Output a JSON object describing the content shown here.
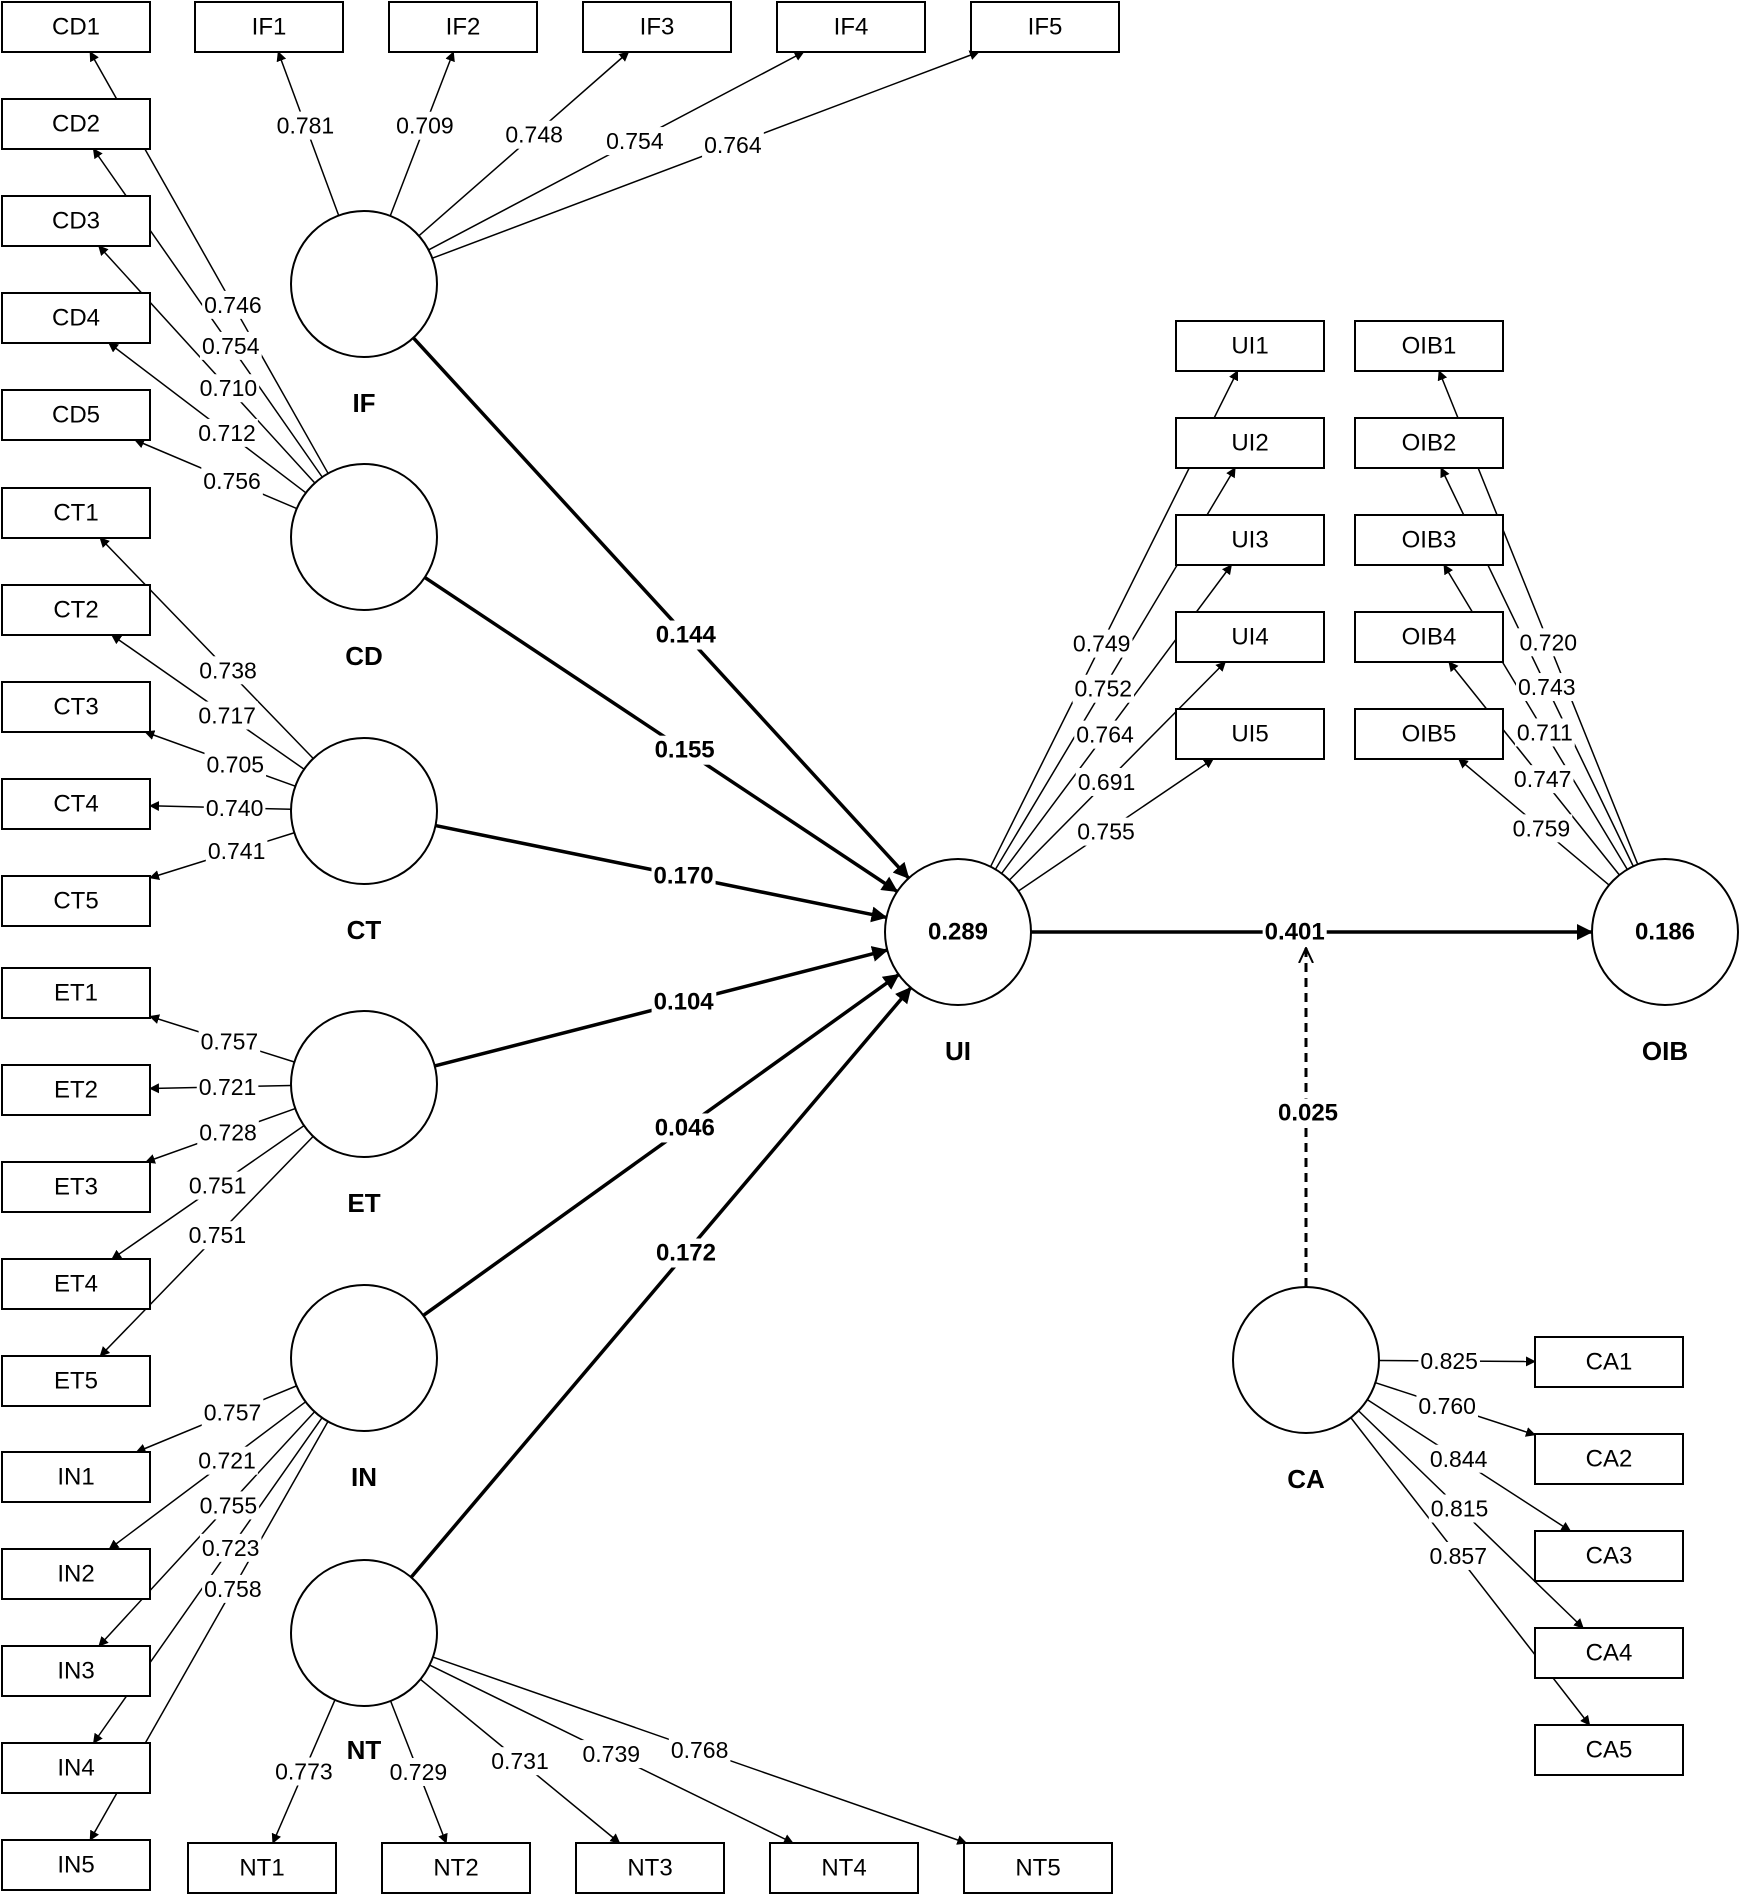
{
  "colors": {
    "stroke": "#000000",
    "fill": "#ffffff"
  },
  "constructs": [
    {
      "id": "IF",
      "name": "IF",
      "r2": ""
    },
    {
      "id": "CD",
      "name": "CD",
      "r2": ""
    },
    {
      "id": "CT",
      "name": "CT",
      "r2": ""
    },
    {
      "id": "ET",
      "name": "ET",
      "r2": ""
    },
    {
      "id": "IN",
      "name": "IN",
      "r2": ""
    },
    {
      "id": "NT",
      "name": "NT",
      "r2": ""
    },
    {
      "id": "UI",
      "name": "UI",
      "r2": "0.289"
    },
    {
      "id": "OIB",
      "name": "OIB",
      "r2": "0.186"
    },
    {
      "id": "CA",
      "name": "CA",
      "r2": ""
    }
  ],
  "indicators": [
    {
      "id": "CD1",
      "label": "CD1"
    },
    {
      "id": "CD2",
      "label": "CD2"
    },
    {
      "id": "CD3",
      "label": "CD3"
    },
    {
      "id": "CD4",
      "label": "CD4"
    },
    {
      "id": "CD5",
      "label": "CD5"
    },
    {
      "id": "CT1",
      "label": "CT1"
    },
    {
      "id": "CT2",
      "label": "CT2"
    },
    {
      "id": "CT3",
      "label": "CT3"
    },
    {
      "id": "CT4",
      "label": "CT4"
    },
    {
      "id": "CT5",
      "label": "CT5"
    },
    {
      "id": "ET1",
      "label": "ET1"
    },
    {
      "id": "ET2",
      "label": "ET2"
    },
    {
      "id": "ET3",
      "label": "ET3"
    },
    {
      "id": "ET4",
      "label": "ET4"
    },
    {
      "id": "ET5",
      "label": "ET5"
    },
    {
      "id": "IN1",
      "label": "IN1"
    },
    {
      "id": "IN2",
      "label": "IN2"
    },
    {
      "id": "IN3",
      "label": "IN3"
    },
    {
      "id": "IN4",
      "label": "IN4"
    },
    {
      "id": "IN5",
      "label": "IN5"
    },
    {
      "id": "IF1",
      "label": "IF1"
    },
    {
      "id": "IF2",
      "label": "IF2"
    },
    {
      "id": "IF3",
      "label": "IF3"
    },
    {
      "id": "IF4",
      "label": "IF4"
    },
    {
      "id": "IF5",
      "label": "IF5"
    },
    {
      "id": "NT1",
      "label": "NT1"
    },
    {
      "id": "NT2",
      "label": "NT2"
    },
    {
      "id": "NT3",
      "label": "NT3"
    },
    {
      "id": "NT4",
      "label": "NT4"
    },
    {
      "id": "NT5",
      "label": "NT5"
    },
    {
      "id": "UI1",
      "label": "UI1"
    },
    {
      "id": "UI2",
      "label": "UI2"
    },
    {
      "id": "UI3",
      "label": "UI3"
    },
    {
      "id": "UI4",
      "label": "UI4"
    },
    {
      "id": "UI5",
      "label": "UI5"
    },
    {
      "id": "OIB1",
      "label": "OIB1"
    },
    {
      "id": "OIB2",
      "label": "OIB2"
    },
    {
      "id": "OIB3",
      "label": "OIB3"
    },
    {
      "id": "OIB4",
      "label": "OIB4"
    },
    {
      "id": "OIB5",
      "label": "OIB5"
    },
    {
      "id": "CA1",
      "label": "CA1"
    },
    {
      "id": "CA2",
      "label": "CA2"
    },
    {
      "id": "CA3",
      "label": "CA3"
    },
    {
      "id": "CA4",
      "label": "CA4"
    },
    {
      "id": "CA5",
      "label": "CA5"
    }
  ],
  "loadings": [
    {
      "construct": "IF",
      "indicator": "IF1",
      "value": "0.781"
    },
    {
      "construct": "IF",
      "indicator": "IF2",
      "value": "0.709"
    },
    {
      "construct": "IF",
      "indicator": "IF3",
      "value": "0.748"
    },
    {
      "construct": "IF",
      "indicator": "IF4",
      "value": "0.754"
    },
    {
      "construct": "IF",
      "indicator": "IF5",
      "value": "0.764"
    },
    {
      "construct": "CD",
      "indicator": "CD1",
      "value": "0.746"
    },
    {
      "construct": "CD",
      "indicator": "CD2",
      "value": "0.754"
    },
    {
      "construct": "CD",
      "indicator": "CD3",
      "value": "0.710"
    },
    {
      "construct": "CD",
      "indicator": "CD4",
      "value": "0.712"
    },
    {
      "construct": "CD",
      "indicator": "CD5",
      "value": "0.756"
    },
    {
      "construct": "CT",
      "indicator": "CT1",
      "value": "0.738"
    },
    {
      "construct": "CT",
      "indicator": "CT2",
      "value": "0.717"
    },
    {
      "construct": "CT",
      "indicator": "CT3",
      "value": "0.705"
    },
    {
      "construct": "CT",
      "indicator": "CT4",
      "value": "0.740"
    },
    {
      "construct": "CT",
      "indicator": "CT5",
      "value": "0.741"
    },
    {
      "construct": "ET",
      "indicator": "ET1",
      "value": "0.757"
    },
    {
      "construct": "ET",
      "indicator": "ET2",
      "value": "0.721"
    },
    {
      "construct": "ET",
      "indicator": "ET3",
      "value": "0.728"
    },
    {
      "construct": "ET",
      "indicator": "ET4",
      "value": "0.751"
    },
    {
      "construct": "ET",
      "indicator": "ET5",
      "value": "0.751"
    },
    {
      "construct": "IN",
      "indicator": "IN1",
      "value": "0.757"
    },
    {
      "construct": "IN",
      "indicator": "IN2",
      "value": "0.721"
    },
    {
      "construct": "IN",
      "indicator": "IN3",
      "value": "0.755"
    },
    {
      "construct": "IN",
      "indicator": "IN4",
      "value": "0.723"
    },
    {
      "construct": "IN",
      "indicator": "IN5",
      "value": "0.758"
    },
    {
      "construct": "NT",
      "indicator": "NT1",
      "value": "0.773"
    },
    {
      "construct": "NT",
      "indicator": "NT2",
      "value": "0.729"
    },
    {
      "construct": "NT",
      "indicator": "NT3",
      "value": "0.731"
    },
    {
      "construct": "NT",
      "indicator": "NT4",
      "value": "0.739"
    },
    {
      "construct": "NT",
      "indicator": "NT5",
      "value": "0.768"
    },
    {
      "construct": "UI",
      "indicator": "UI1",
      "value": "0.749"
    },
    {
      "construct": "UI",
      "indicator": "UI2",
      "value": "0.752"
    },
    {
      "construct": "UI",
      "indicator": "UI3",
      "value": "0.764"
    },
    {
      "construct": "UI",
      "indicator": "UI4",
      "value": "0.691"
    },
    {
      "construct": "UI",
      "indicator": "UI5",
      "value": "0.755"
    },
    {
      "construct": "OIB",
      "indicator": "OIB1",
      "value": "0.720"
    },
    {
      "construct": "OIB",
      "indicator": "OIB2",
      "value": "0.743"
    },
    {
      "construct": "OIB",
      "indicator": "OIB3",
      "value": "0.711"
    },
    {
      "construct": "OIB",
      "indicator": "OIB4",
      "value": "0.747"
    },
    {
      "construct": "OIB",
      "indicator": "OIB5",
      "value": "0.759"
    },
    {
      "construct": "CA",
      "indicator": "CA1",
      "value": "0.825"
    },
    {
      "construct": "CA",
      "indicator": "CA2",
      "value": "0.760"
    },
    {
      "construct": "CA",
      "indicator": "CA3",
      "value": "0.844"
    },
    {
      "construct": "CA",
      "indicator": "CA4",
      "value": "0.815"
    },
    {
      "construct": "CA",
      "indicator": "CA5",
      "value": "0.857"
    }
  ],
  "paths": [
    {
      "from": "IF",
      "to": "UI",
      "value": "0.144"
    },
    {
      "from": "CD",
      "to": "UI",
      "value": "0.155"
    },
    {
      "from": "CT",
      "to": "UI",
      "value": "0.170"
    },
    {
      "from": "ET",
      "to": "UI",
      "value": "0.104"
    },
    {
      "from": "IN",
      "to": "UI",
      "value": "0.046"
    },
    {
      "from": "NT",
      "to": "UI",
      "value": "0.172"
    },
    {
      "from": "UI",
      "to": "OIB",
      "value": "0.401"
    }
  ],
  "moderation": {
    "from": "CA",
    "onPath": "UI-OIB",
    "value": "0.025"
  }
}
